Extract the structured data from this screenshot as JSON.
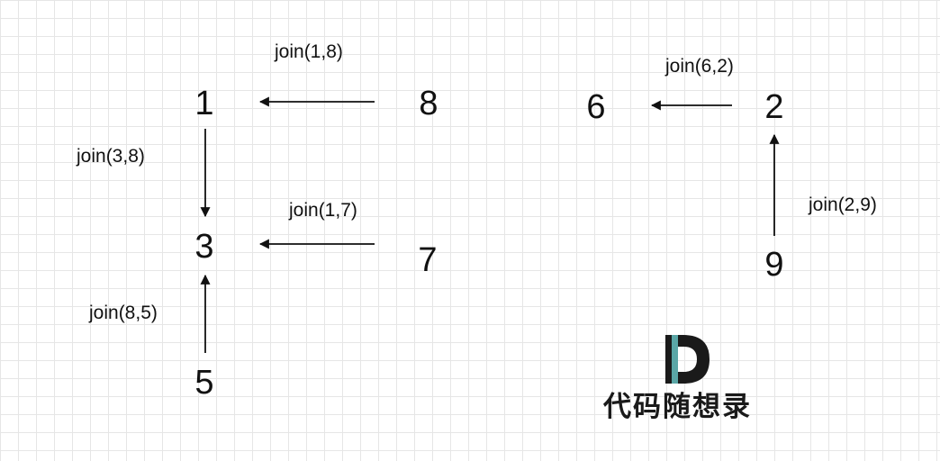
{
  "nodes": {
    "n1": "1",
    "n3": "3",
    "n5": "5",
    "n8": "8",
    "n7": "7",
    "n6": "6",
    "n2": "2",
    "n9": "9"
  },
  "edges": {
    "e18": "join(1,8)",
    "e38": "join(3,8)",
    "e17": "join(1,7)",
    "e85": "join(8,5)",
    "e62": "join(6,2)",
    "e29": "join(2,9)"
  },
  "watermark": {
    "logo_letter": "D",
    "text": "代码随想录",
    "colors": {
      "dark": "#1a1a1a",
      "teal": "#5aa6a6"
    }
  }
}
